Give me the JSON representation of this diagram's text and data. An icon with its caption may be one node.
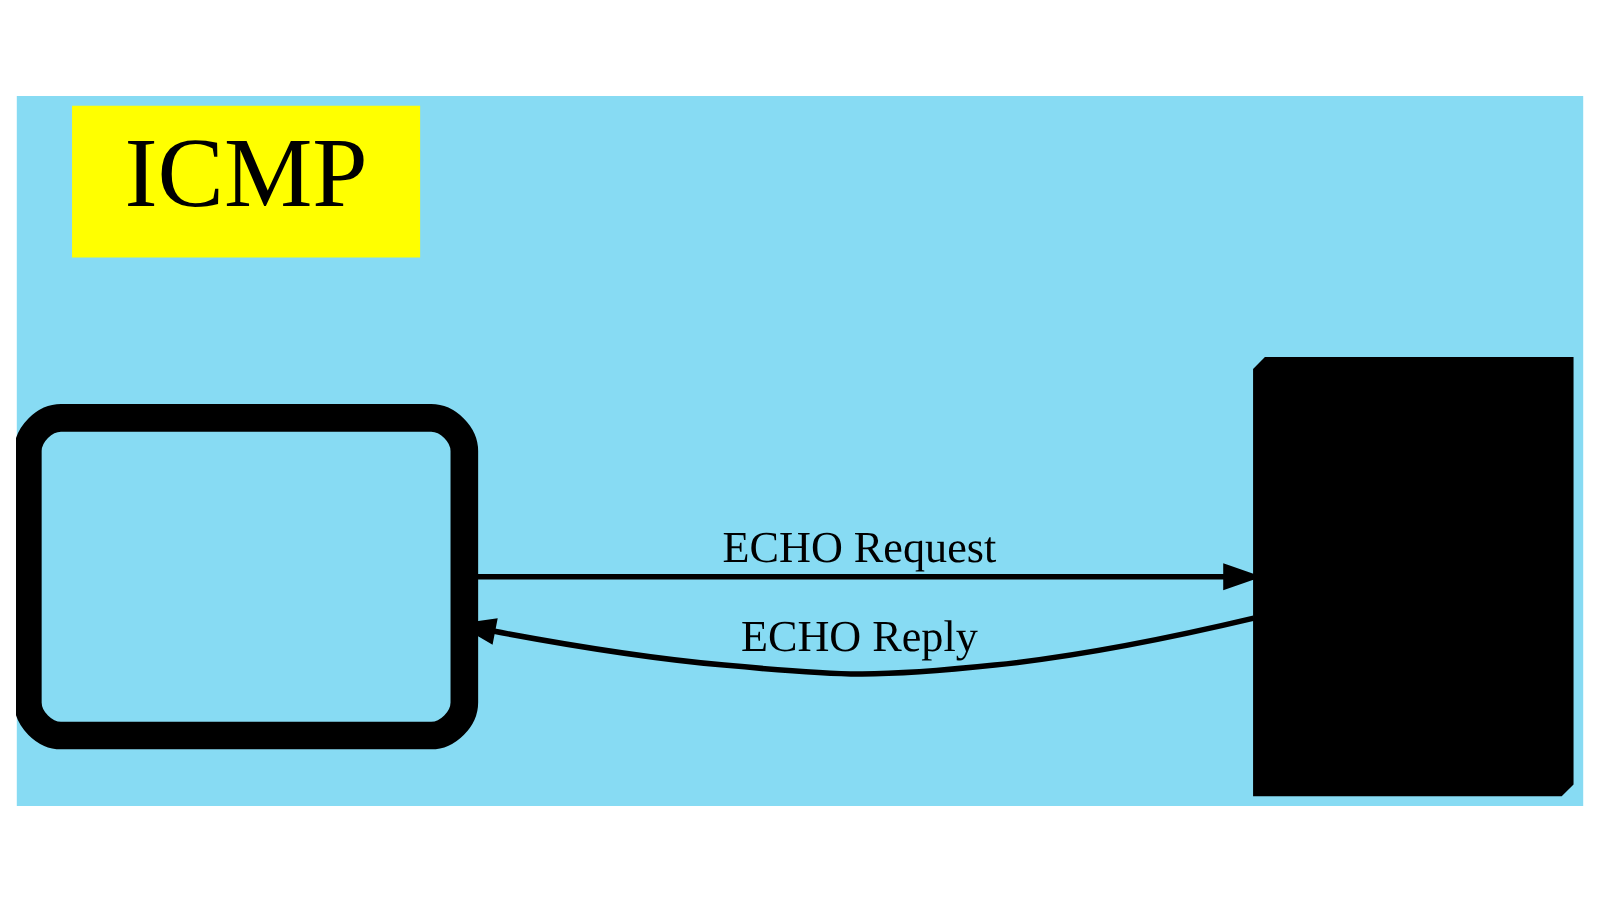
{
  "diagram": {
    "nodes": [
      {
        "text": [],
        "shape": "monitor"
      },
      {
        "text": [],
        "shape": "server"
      },
      {
        "text": [
          "ICMP"
        ]
      }
    ],
    "edges": [
      {
        "from": 0,
        "to": 1,
        "arrow": "to",
        "label": "ECHO Request"
      },
      {
        "from": 1,
        "to": 0,
        "arrow": "to",
        "label": "ECHO Reply"
      }
    ]
  }
}
